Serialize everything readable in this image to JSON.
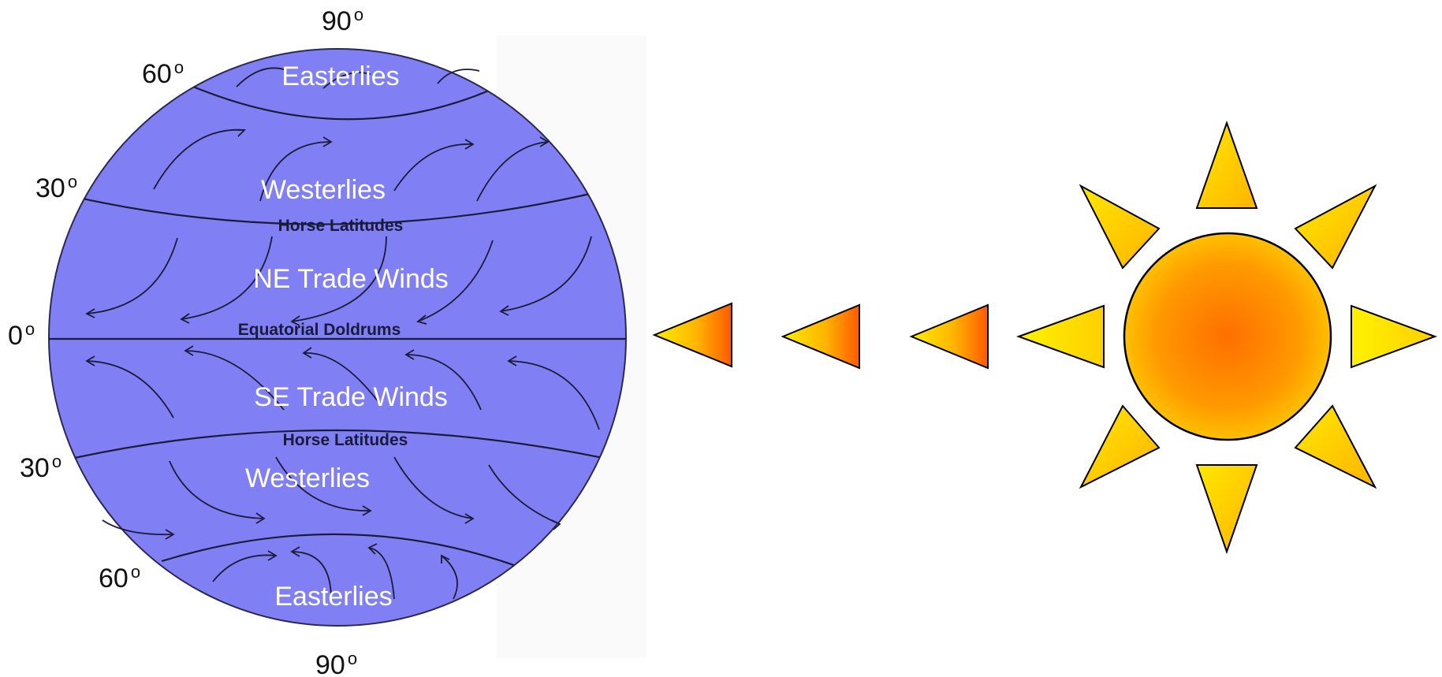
{
  "globe": {
    "latitudes": {
      "top_90": "90",
      "top_60": "60",
      "top_30": "30",
      "equator": "0",
      "bottom_30": "30",
      "bottom_60": "60",
      "bottom_90": "90",
      "degree_mark": "o"
    },
    "bands": {
      "north_easterlies": "Easterlies",
      "north_westerlies": "Westerlies",
      "north_horse": "Horse Latitudes",
      "ne_trade": "NE Trade Winds",
      "doldrums": "Equatorial Doldrums",
      "se_trade": "SE Trade Winds",
      "south_horse": "Horse Latitudes",
      "south_westerlies": "Westerlies",
      "south_easterlies": "Easterlies"
    }
  },
  "colors": {
    "globe_fill": "#8080f4",
    "sun_yellow": "#ffe800",
    "sun_orange": "#ff6f00",
    "outline": "#000000"
  }
}
